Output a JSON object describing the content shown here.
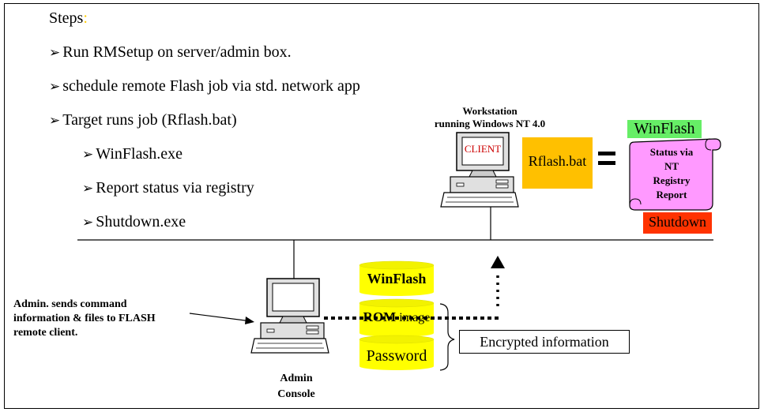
{
  "steps": {
    "title": "Steps",
    "title_colon": ":",
    "bullet": "➢",
    "items": [
      "Run RMSetup on server/admin box.",
      "schedule remote Flash job via std. network app",
      "Target runs job (Rflash.bat)",
      "WinFlash.exe",
      "Report status via registry",
      "Shutdown.exe"
    ]
  },
  "workstation": {
    "title_line1": "Workstation",
    "title_line2": "running Windows NT 4.0",
    "screen_label": "CLIENT"
  },
  "rflash": {
    "label": "Rflash.bat"
  },
  "equals": "=",
  "winflash_tag": "WinFlash",
  "scroll": {
    "line1": "Status via",
    "line2": "NT",
    "line3": "Registry",
    "line4": "Report"
  },
  "shutdown_label": "Shutdown",
  "cylinders": {
    "winflash": "WinFlash",
    "rom_bold": "ROM",
    "rom_rest": " image",
    "password": "Password"
  },
  "encrypted_label": "Encrypted information",
  "admin_note": {
    "line1": "Admin. sends  command",
    "line2": "information  & files to FLASH",
    "line3": "remote client."
  },
  "admin_console": {
    "line1": "Admin",
    "line2": "Console"
  },
  "colors": {
    "workstation_screen_text": "#cc0000",
    "rflash_box": "#ffc000",
    "winflash_tag": "#66ee66",
    "scroll_fill": "#ff99ff",
    "shutdown_box": "#ff3300",
    "cylinder_fill": "#ffff00",
    "steps_colon": "#ffcc00"
  }
}
